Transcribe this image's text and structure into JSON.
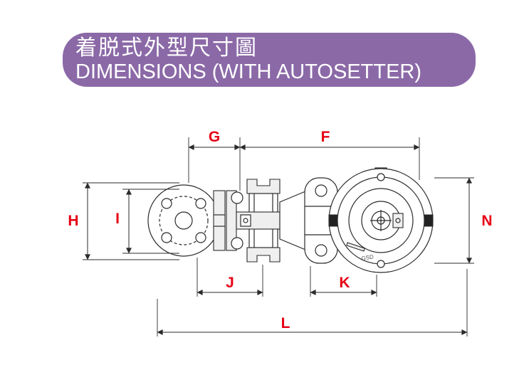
{
  "header": {
    "title_cn": "着脱式外型尺寸圖",
    "title_en": "DIMENSIONS (WITH AUTOSETTER)",
    "banner_color": "#8b69a7",
    "text_color": "#ffffff"
  },
  "diagram": {
    "label_color": "#e60014",
    "line_color": "#2b2b2b",
    "labels": {
      "G": "G",
      "F": "F",
      "H": "H",
      "I": "I",
      "N": "N",
      "J": "J",
      "K": "K",
      "L": "L"
    },
    "housing_marking": "GSD"
  }
}
